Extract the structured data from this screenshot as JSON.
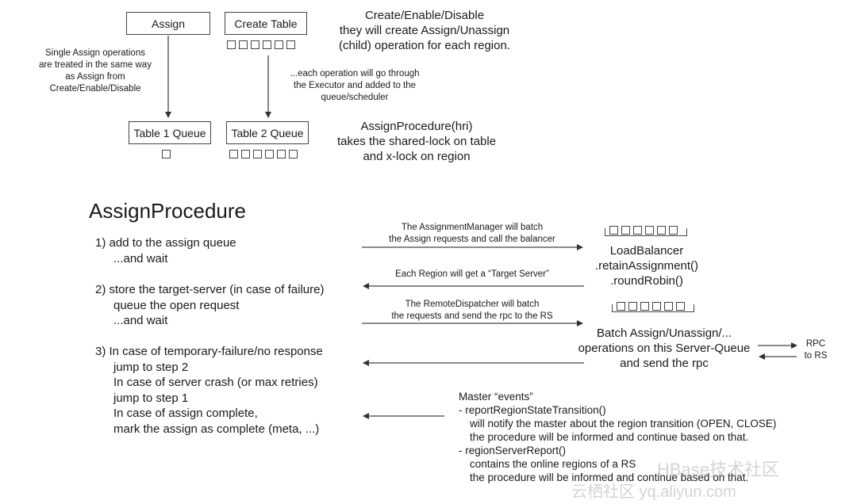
{
  "top": {
    "assign_box": "Assign",
    "create_table_box": "Create Table",
    "table1_box": "Table 1 Queue",
    "table2_box": "Table 2 Queue",
    "left_note": [
      "Single Assign operations",
      "are treated in the same way",
      "as Assign from",
      "Create/Enable/Disable"
    ],
    "mid_note": [
      "...each operation will go through",
      "the Executor and added to the",
      "queue/scheduler"
    ],
    "right_desc_1": [
      "Create/Enable/Disable",
      "they will create Assign/Unassign",
      "(child) operation for each region."
    ],
    "right_desc_2": [
      "AssignProcedure(hri)",
      "takes the shared-lock on table",
      "and x-lock on region"
    ]
  },
  "main": {
    "title": "AssignProcedure",
    "step1": [
      "1)  add to the assign queue",
      "...and wait"
    ],
    "step2": [
      "2)  store the target-server (in case of failure)",
      "queue the open request",
      "...and wait"
    ],
    "step3": [
      "3)  In case of temporary-failure/no response",
      "jump to step 2",
      "In case of server crash (or max retries)",
      "jump to step 1",
      "In case of assign complete,",
      "mark the assign as complete (meta, ...)"
    ],
    "arrow1_label": [
      "The AssignmentManager will batch",
      "the Assign requests and call the balancer"
    ],
    "arrow2_label": "Each Region will get a “Target Server”",
    "arrow3_label": [
      "The RemoteDispatcher will batch",
      "the requests and send the rpc to the RS"
    ],
    "loadbalancer": [
      "LoadBalancer",
      ".retainAssignment()",
      ".roundRobin()"
    ],
    "batch": [
      "Batch Assign/Unassign/...",
      "operations on this Server-Queue",
      "and send the rpc"
    ],
    "rpc": [
      "RPC",
      "to RS"
    ],
    "events": {
      "title": "Master “events”",
      "item1_head": "-  reportRegionStateTransition()",
      "item1_lines": [
        "will notify the master about the region transition (OPEN, CLOSE)",
        "the procedure will be informed and continue based on that."
      ],
      "item2_head": "-  regionServerReport()",
      "item2_lines": [
        "contains the online regions of a RS",
        "the procedure will be informed and continue based on that."
      ]
    }
  },
  "watermark": [
    "HBase技术社区",
    "云栖社区 yq.aliyun.com"
  ]
}
